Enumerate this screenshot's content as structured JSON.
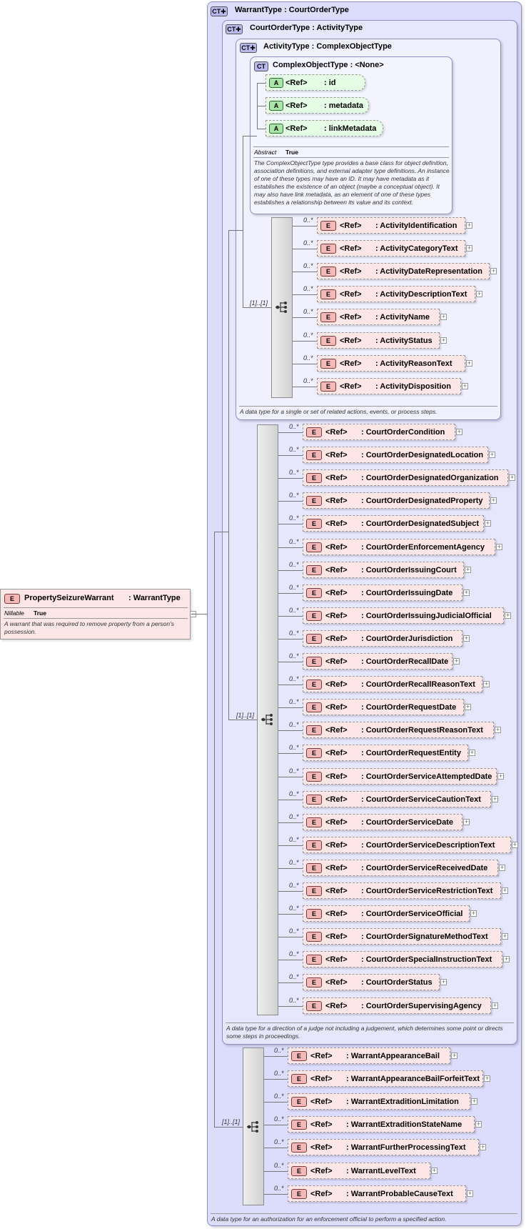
{
  "root": {
    "kind": "E",
    "name": "PropertySeizureWarrant",
    "type": ": WarrantType",
    "prop_label": "Nillable",
    "prop_value": "True",
    "description": "A warrant that was required to remove property from a person's possession."
  },
  "warrant": {
    "kind": "CT",
    "title": "WarrantType : CourtOrderType",
    "description": "A data type for an authorization for an enforcement official to perform a specified action.",
    "seq_mult": "[1]..[1]"
  },
  "courtorder": {
    "kind": "CT",
    "title": "CourtOrderType : ActivityType",
    "description": "A data type for a direction of a judge not including a judgement, which determines some point or directs some steps in proceedings.",
    "seq_mult": "[1]..[1]"
  },
  "activity": {
    "kind": "CT",
    "title": "ActivityType : ComplexObjectType",
    "description": "A data type for a single or set of related actions, events, or process steps.",
    "seq_mult": "[1]..[1]"
  },
  "complex": {
    "kind": "CT",
    "title": "ComplexObjectType : <None>",
    "prop_label": "Abstract",
    "prop_value": "True",
    "description": "The ComplexObjectType type provides a base class for object definition, association definitions, and external adapter type definitions. An instance of one of these types may have an ID. It may have metadata as it establishes the existence of an object (maybe a conceptual object). It may also have link metadata, as an element of one of these types establishes a relationship between its value and its context.",
    "attributes": [
      {
        "kind": "A",
        "ref": "<Ref>",
        "name": ": id"
      },
      {
        "kind": "A",
        "ref": "<Ref>",
        "name": ": metadata"
      },
      {
        "kind": "A",
        "ref": "<Ref>",
        "name": ": linkMetadata"
      }
    ]
  },
  "ref_label": "<Ref>",
  "elem_badge": "E",
  "mult_label": "0..*",
  "activity_elements": [
    ": ActivityIdentification",
    ": ActivityCategoryText",
    ": ActivityDateRepresentation",
    ": ActivityDescriptionText",
    ": ActivityName",
    ": ActivityStatus",
    ": ActivityReasonText",
    ": ActivityDisposition"
  ],
  "courtorder_elements": [
    ": CourtOrderCondition",
    ": CourtOrderDesignatedLocation",
    ": CourtOrderDesignatedOrganization",
    ": CourtOrderDesignatedProperty",
    ": CourtOrderDesignatedSubject",
    ": CourtOrderEnforcementAgency",
    ": CourtOrderIssuingCourt",
    ": CourtOrderIssuingDate",
    ": CourtOrderIssuingJudicialOfficial",
    ": CourtOrderJurisdiction",
    ": CourtOrderRecallDate",
    ": CourtOrderRecallReasonText",
    ": CourtOrderRequestDate",
    ": CourtOrderRequestReasonText",
    ": CourtOrderRequestEntity",
    ": CourtOrderServiceAttemptedDate",
    ": CourtOrderServiceCautionText",
    ": CourtOrderServiceDate",
    ": CourtOrderServiceDescriptionText",
    ": CourtOrderServiceReceivedDate",
    ": CourtOrderServiceRestrictionText",
    ": CourtOrderServiceOfficial",
    ": CourtOrderSignatureMethodText",
    ": CourtOrderSpecialInstructionText",
    ": CourtOrderStatus",
    ": CourtOrderSupervisingAgency"
  ],
  "warrant_elements": [
    ": WarrantAppearanceBail",
    ": WarrantAppearanceBailForfeitText",
    ": WarrantExtraditionLimitation",
    ": WarrantExtraditionStateName",
    ": WarrantFurtherProcessingText",
    ": WarrantLevelText",
    ": WarrantProbableCauseText"
  ],
  "colors": {
    "complex_type_fill": "#dcdcfd",
    "element_fill": "#fde6e6",
    "attribute_fill": "#e6fde6",
    "badge_ct": "#b9b9ee",
    "badge_e": "#f5b8b8",
    "badge_a": "#a8e6a8"
  },
  "icons": {
    "complex_type": "ct-badge-icon",
    "element": "element-badge-icon",
    "attribute": "attribute-badge-icon",
    "sequence": "sequence-icon",
    "expand": "expand-plus-icon"
  }
}
